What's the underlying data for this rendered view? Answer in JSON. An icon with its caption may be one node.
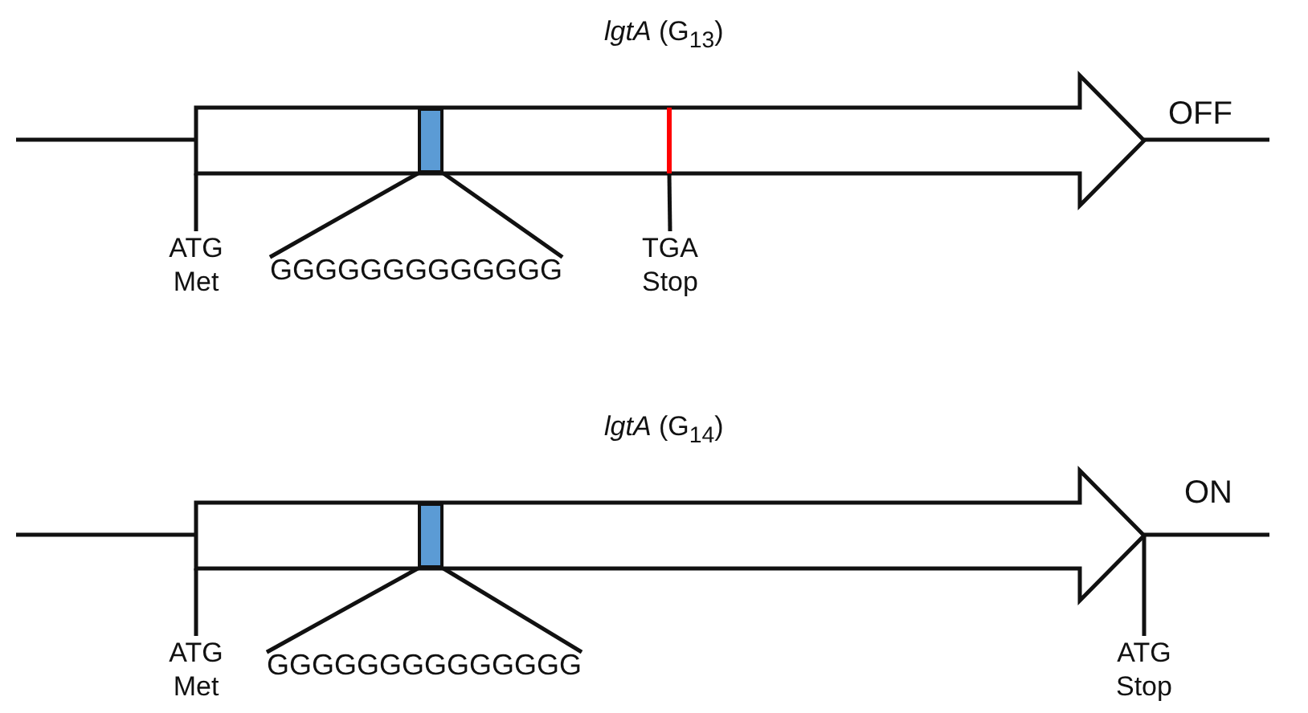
{
  "diagram": {
    "nodes": [
      {
        "text": [],
        "shape": "arrow"
      },
      {
        "text": [],
        "shape": "box",
        "in": 0
      },
      {
        "text": [],
        "shape": "bar",
        "in": 0
      },
      {
        "text": [
          "ATG Met"
        ]
      },
      {
        "text": [
          "GGGGGGGGGGGGG"
        ]
      },
      {
        "text": [
          "TGA Stop"
        ]
      },
      {
        "text": [],
        "shape": "arrow"
      },
      {
        "text": [],
        "shape": "box",
        "in": 6
      },
      {
        "text": [
          "ATG Met"
        ]
      },
      {
        "text": [
          "GGGGGGGGGGGGGG"
        ]
      },
      {
        "text": [
          "ATG Stop"
        ]
      }
    ],
    "edges": [
      {
        "from": 3,
        "to": 0,
        "arrow": "none"
      },
      {
        "from": 4,
        "to": 1,
        "arrow": "none"
      },
      {
        "from": 4,
        "to": 1,
        "arrow": "none"
      },
      {
        "from": 5,
        "to": 2,
        "arrow": "none"
      },
      {
        "from": 8,
        "to": 6,
        "arrow": "none"
      },
      {
        "from": 9,
        "to": 7,
        "arrow": "none"
      },
      {
        "from": 9,
        "to": 7,
        "arrow": "none"
      },
      {
        "from": 10,
        "to": 6,
        "arrow": "none"
      }
    ],
    "labels": [
      "*lgtA* (G$_{13}$)",
      "OFF",
      "*lgtA* (G$_{14}$)",
      "ON"
    ]
  }
}
